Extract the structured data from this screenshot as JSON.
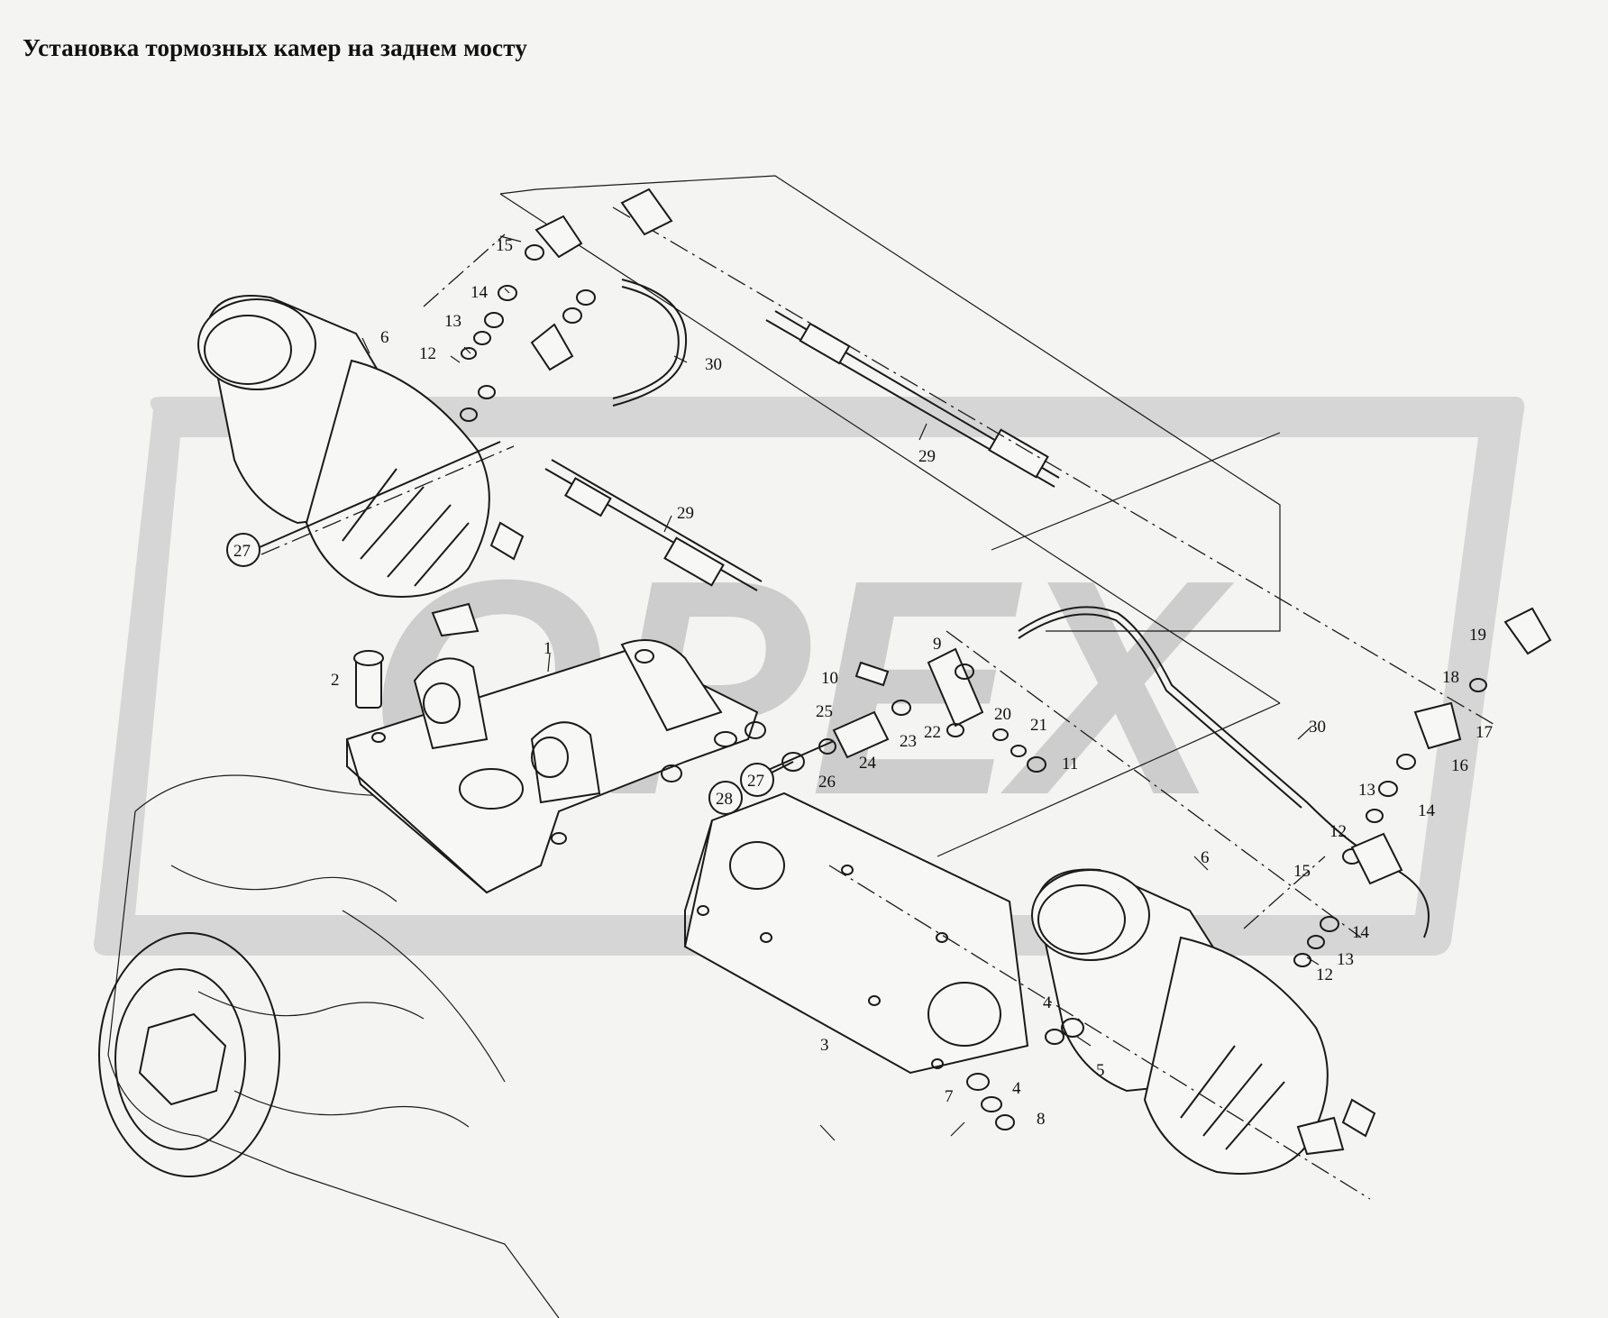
{
  "title": "Установка тормозных камер на заднем мосту",
  "watermark": {
    "text": "ОРЕХ",
    "color": "#c9c9c9"
  },
  "colors": {
    "background": "#f4f4f2",
    "ink": "#1a1a1a"
  },
  "callouts": [
    {
      "label": "1"
    },
    {
      "label": "2"
    },
    {
      "label": "3"
    },
    {
      "label": "4"
    },
    {
      "label": "4"
    },
    {
      "label": "5"
    },
    {
      "label": "6"
    },
    {
      "label": "6"
    },
    {
      "label": "7"
    },
    {
      "label": "8"
    },
    {
      "label": "9"
    },
    {
      "label": "10"
    },
    {
      "label": "11"
    },
    {
      "label": "12"
    },
    {
      "label": "12"
    },
    {
      "label": "12"
    },
    {
      "label": "13"
    },
    {
      "label": "13"
    },
    {
      "label": "13"
    },
    {
      "label": "14"
    },
    {
      "label": "14"
    },
    {
      "label": "14"
    },
    {
      "label": "15"
    },
    {
      "label": "15"
    },
    {
      "label": "16"
    },
    {
      "label": "17"
    },
    {
      "label": "18"
    },
    {
      "label": "19"
    },
    {
      "label": "20"
    },
    {
      "label": "21"
    },
    {
      "label": "22"
    },
    {
      "label": "23"
    },
    {
      "label": "24"
    },
    {
      "label": "25"
    },
    {
      "label": "26"
    },
    {
      "label": "27"
    },
    {
      "label": "27"
    },
    {
      "label": "28"
    },
    {
      "label": "29"
    },
    {
      "label": "29"
    },
    {
      "label": "30"
    },
    {
      "label": "30"
    }
  ]
}
